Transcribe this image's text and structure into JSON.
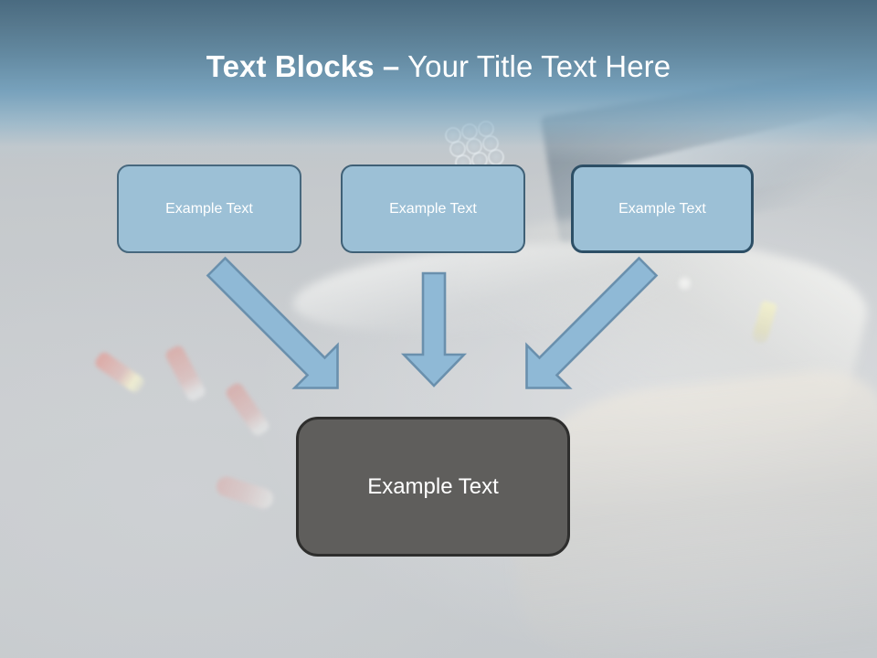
{
  "slide": {
    "title_bold": "Text Blocks –",
    "title_regular": " Your Title Text Here",
    "background_kind": "firearm-and-shotgun-shells-photo"
  },
  "theme": {
    "band_top_color": "#46687e",
    "band_mid_color": "#6c9cba",
    "page_background": "#c9cdd0",
    "box_fill": "#9cc0d6",
    "box_border": "#3f6076",
    "box_text_color": "#ffffff",
    "result_fill": "#5f5e5c",
    "result_border": "#2e2e2d",
    "result_text_color": "#ffffff",
    "arrow_fill": "#8fb9d6",
    "arrow_border": "#6489a5"
  },
  "top_boxes": [
    {
      "label": "Example Text"
    },
    {
      "label": "Example Text"
    },
    {
      "label": "Example Text"
    }
  ],
  "arrows": [
    {
      "name": "arrow-left-diagonal",
      "direction": "down-right"
    },
    {
      "name": "arrow-center-vertical",
      "direction": "down"
    },
    {
      "name": "arrow-right-diagonal",
      "direction": "down-left"
    }
  ],
  "result_box": {
    "label": "Example Text"
  }
}
